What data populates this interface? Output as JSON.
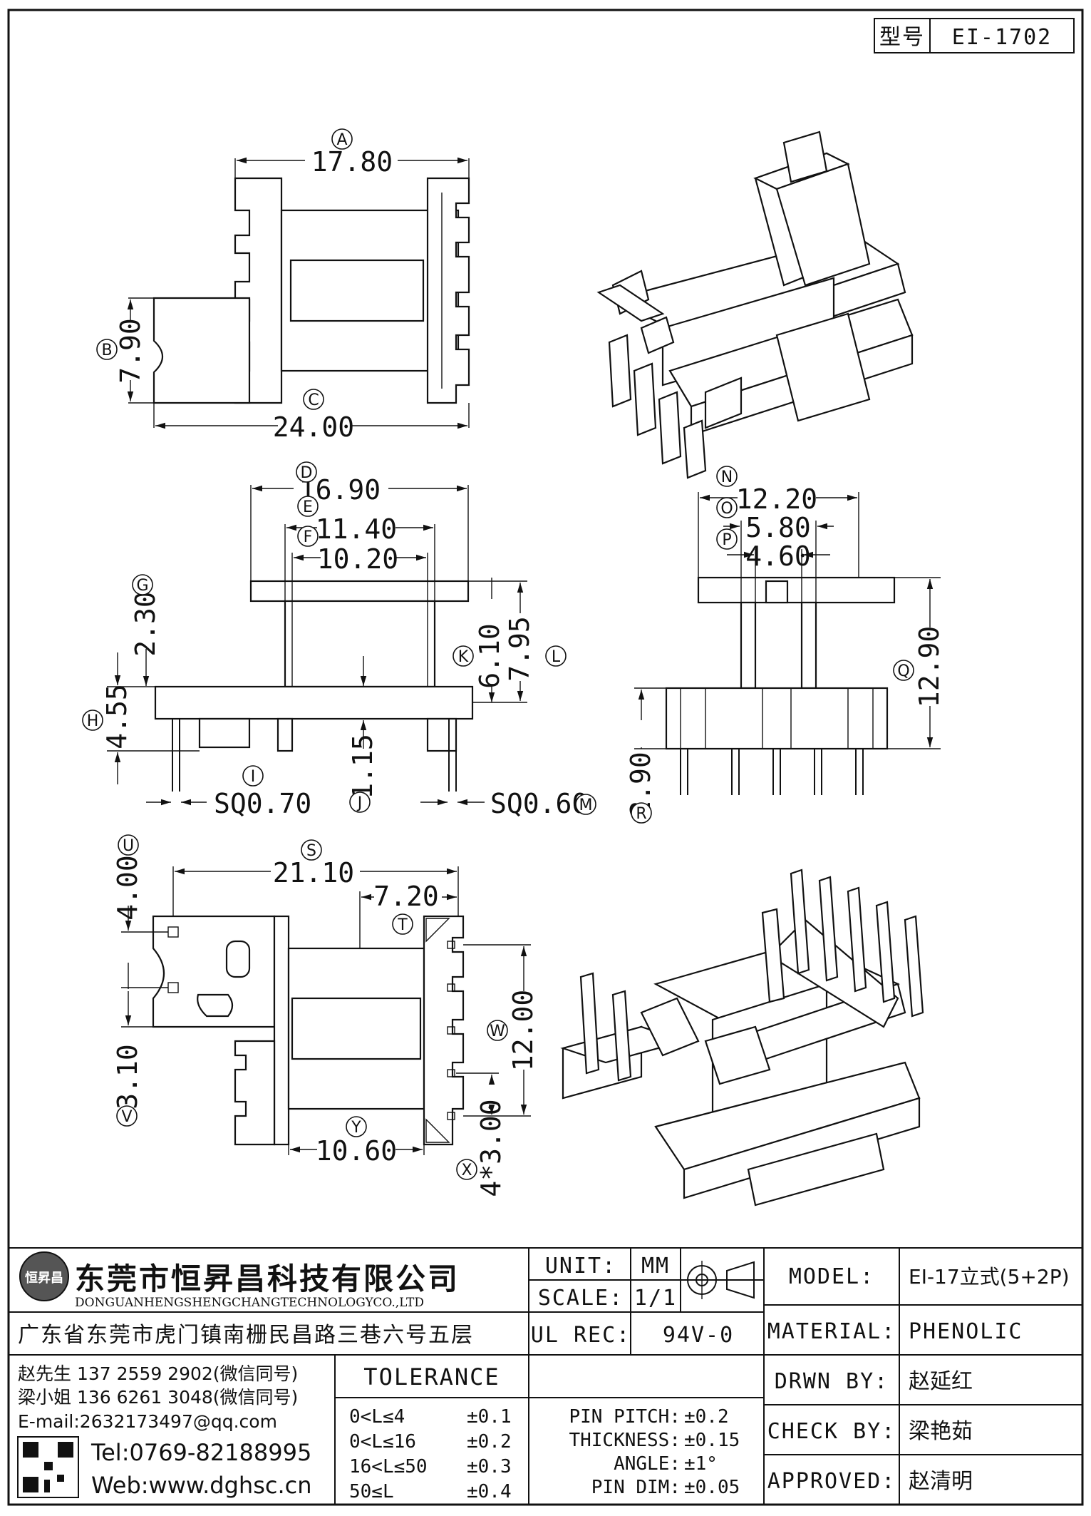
{
  "header": {
    "type_label": "型号",
    "type_value": "EI-1702"
  },
  "dimensions": {
    "A": "17.80",
    "B": "7.90",
    "C": "24.00",
    "D": "16.90",
    "E": "11.40",
    "F": "10.20",
    "G": "2.30",
    "H": "4.55",
    "I": "SQ0.70",
    "J": "1.15",
    "K": "6.10",
    "L": "7.95",
    "M": "SQ0.60",
    "N": "12.20",
    "O": "5.80",
    "P": "4.60",
    "Q": "12.90",
    "R": "2.90",
    "S": "21.10",
    "T": "7.20",
    "U": "4.00",
    "V": "3.10",
    "W": "12.00",
    "X": "4*3.00",
    "Y": "10.60"
  },
  "dim_letters": [
    "A",
    "B",
    "C",
    "D",
    "E",
    "F",
    "G",
    "H",
    "I",
    "J",
    "K",
    "L",
    "M",
    "N",
    "O",
    "P",
    "Q",
    "R",
    "S",
    "T",
    "U",
    "V",
    "W",
    "X",
    "Y"
  ],
  "company": {
    "logo_text": "恒昇昌",
    "name_cn": "东莞市恒昇昌科技有限公司",
    "name_en": "DONGUANHENGSHENGCHANGTECHNOLOGYCO.,LTD",
    "address": "广东省东莞市虎门镇南栅民昌路三巷六号五层"
  },
  "contacts": {
    "line1": "赵先生 137 2559 2902(微信同号)",
    "line2": "梁小姐 136 6261 3048(微信同号)",
    "email": "E-mail:2632173497@qq.com",
    "tel": "Tel:0769-82188995",
    "web": "Web:www.dghsc.cn"
  },
  "spec": {
    "unit_label": "UNIT:",
    "unit_value": "MM",
    "scale_label": "SCALE:",
    "scale_value": "1/1",
    "ulrec_label": "UL REC:",
    "ulrec_value": "94V-0"
  },
  "tolerance": {
    "title": "TOLERANCE",
    "ranges": [
      {
        "range": "0<L≤4",
        "tol": "±0.1"
      },
      {
        "range": "0<L≤16",
        "tol": "±0.2"
      },
      {
        "range": "16<L≤50",
        "tol": "±0.3"
      },
      {
        "range": "50≤L",
        "tol": "±0.4"
      }
    ],
    "specs": [
      {
        "label": "PIN PITCH:",
        "tol": "±0.2"
      },
      {
        "label": "THICKNESS:",
        "tol": "±0.15"
      },
      {
        "label": "ANGLE:",
        "tol": "±1°"
      },
      {
        "label": "PIN DIM:",
        "tol": "±0.05"
      }
    ]
  },
  "info": {
    "model_label": "MODEL:",
    "model_value": "EI-17立式(5+2P)",
    "material_label": "MATERIAL:",
    "material_value": "PHENOLIC",
    "drawn_label": "DRWN BY:",
    "drawn_value": "赵延红",
    "check_label": "CHECK BY:",
    "check_value": "梁艳茹",
    "approved_label": "APPROVED:",
    "approved_value": "赵清明"
  }
}
